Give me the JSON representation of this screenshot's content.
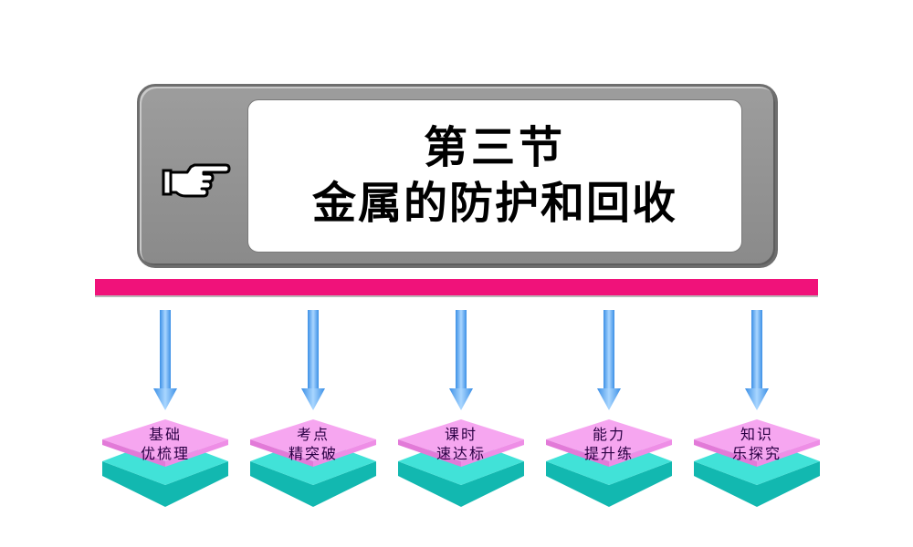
{
  "title": {
    "line1": "第三节",
    "line2": "金属的防护和回收"
  },
  "icons": {
    "pointer": "pointing-hand-icon",
    "arrow": "arrow-down-icon"
  },
  "colors": {
    "bar": "#f0127a",
    "tile_top": "#f6a6f0",
    "tile_side": "#1fc8c0",
    "arrow": "#6fb4f4"
  },
  "nav": [
    {
      "line1": "基础",
      "line2": "优梳理"
    },
    {
      "line1": "考点",
      "line2": "精突破"
    },
    {
      "line1": "课时",
      "line2": "速达标"
    },
    {
      "line1": "能力",
      "line2": "提升练"
    },
    {
      "line1": "知识",
      "line2": "乐探究"
    }
  ]
}
